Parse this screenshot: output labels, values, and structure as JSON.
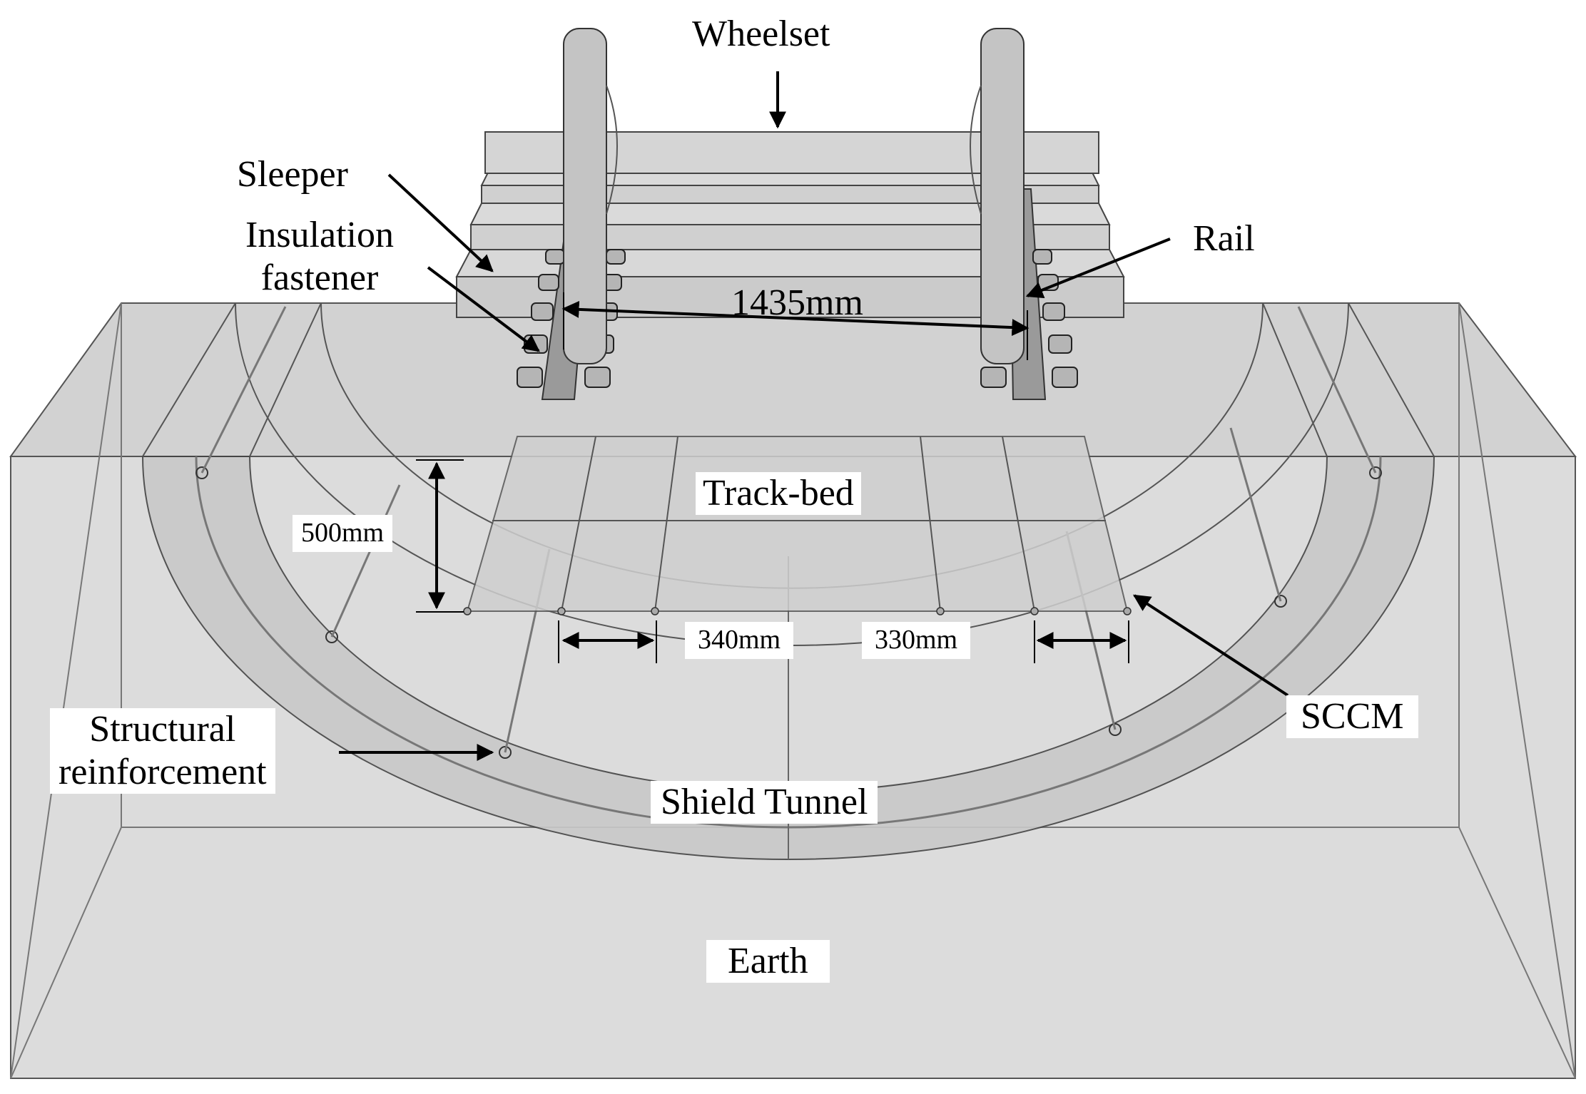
{
  "labels": {
    "wheelset": "Wheelset",
    "sleeper": "Sleeper",
    "insulation_fastener_line1": "Insulation",
    "insulation_fastener_line2": "fastener",
    "rail": "Rail",
    "gauge": "1435mm",
    "track_bed": "Track-bed",
    "depth": "500mm",
    "spacing_left": "340mm",
    "spacing_right": "330mm",
    "sccm": "SCCM",
    "structural_reinforcement_line1": "Structural",
    "structural_reinforcement_line2": "reinforcement",
    "shield_tunnel": "Shield Tunnel",
    "earth": "Earth"
  }
}
